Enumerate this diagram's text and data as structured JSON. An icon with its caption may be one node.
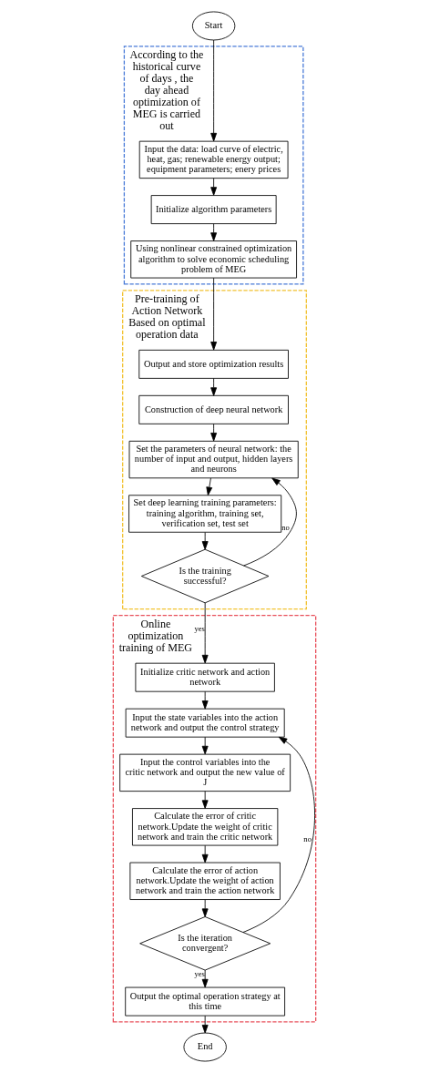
{
  "diagram": {
    "nodes": [
      {
        "text": [
          "Start"
        ]
      },
      {
        "text": [
          "According to the historical curve of days , the day ahead optimization of MEG is carried out"
        ]
      },
      {
        "text": [
          "Input the data: load curve of electric, heat, gas; renewable energy output; equipment parameters; enery prices"
        ],
        "in": 1
      },
      {
        "text": [
          "Initialize algorithm parameters"
        ],
        "in": 1
      },
      {
        "text": [
          "Using nonlinear constrained optimization algorithm to solve economic scheduling problem of MEG"
        ],
        "in": 1
      },
      {
        "text": [
          "Pre-training of Action Network Based on optimal operation data"
        ]
      },
      {
        "text": [
          "Output and store optimization results"
        ],
        "in": 5
      },
      {
        "text": [
          "Construction of deep neural network"
        ],
        "in": 5
      },
      {
        "text": [
          "Set the parameters of neural network: the number of input and output, hidden layers and neurons"
        ],
        "in": 5
      },
      {
        "text": [
          "Set deep learning training parameters: training algorithm, training set, verification set, test set"
        ],
        "in": 5
      },
      {
        "text": [
          "Is the training successful?"
        ],
        "in": 5
      },
      {
        "text": [
          "Online optimization training of MEG"
        ]
      },
      {
        "text": [
          "Initialize critic network and action network"
        ],
        "in": 11
      },
      {
        "text": [
          "Input the state variables into the action network and output the control strategy"
        ],
        "in": 11
      },
      {
        "text": [
          "Input the control variables into the critic network and output the new value of J"
        ],
        "in": 11
      },
      {
        "text": [
          "Calculate the error of critic network.Update the weight of critic network and train the critic network"
        ],
        "in": 11
      },
      {
        "text": [
          "Calculate the error of action network.Update the weight of action network and train the action network"
        ],
        "in": 11
      },
      {
        "text": [
          "Is the iteration convergent?"
        ],
        "in": 11
      },
      {
        "text": [
          "Output the optimal operation strategy at this time"
        ],
        "in": 11
      },
      {
        "text": [
          "End"
        ]
      }
    ],
    "edges": [
      {
        "from": 0,
        "to": 2,
        "arrow": "to"
      },
      {
        "from": 2,
        "to": 3,
        "arrow": "to"
      },
      {
        "from": 3,
        "to": 4,
        "arrow": "to"
      },
      {
        "from": 4,
        "to": 6,
        "arrow": "to"
      },
      {
        "from": 6,
        "to": 7,
        "arrow": "to"
      },
      {
        "from": 7,
        "to": 8,
        "arrow": "to"
      },
      {
        "from": 8,
        "to": 9,
        "arrow": "to"
      },
      {
        "from": 9,
        "to": 10,
        "arrow": "to"
      },
      {
        "from": 10,
        "to": 8,
        "arrow": "to",
        "label": "no"
      },
      {
        "from": 10,
        "to": 12,
        "arrow": "to",
        "label": "yes"
      },
      {
        "from": 12,
        "to": 13,
        "arrow": "to"
      },
      {
        "from": 13,
        "to": 14,
        "arrow": "to"
      },
      {
        "from": 14,
        "to": 15,
        "arrow": "to"
      },
      {
        "from": 15,
        "to": 16,
        "arrow": "to"
      },
      {
        "from": 16,
        "to": 17,
        "arrow": "to"
      },
      {
        "from": 17,
        "to": 13,
        "arrow": "to",
        "label": "no"
      },
      {
        "from": 17,
        "to": 18,
        "arrow": "to",
        "label": "yes"
      },
      {
        "from": 18,
        "to": 19,
        "arrow": "to"
      }
    ]
  }
}
